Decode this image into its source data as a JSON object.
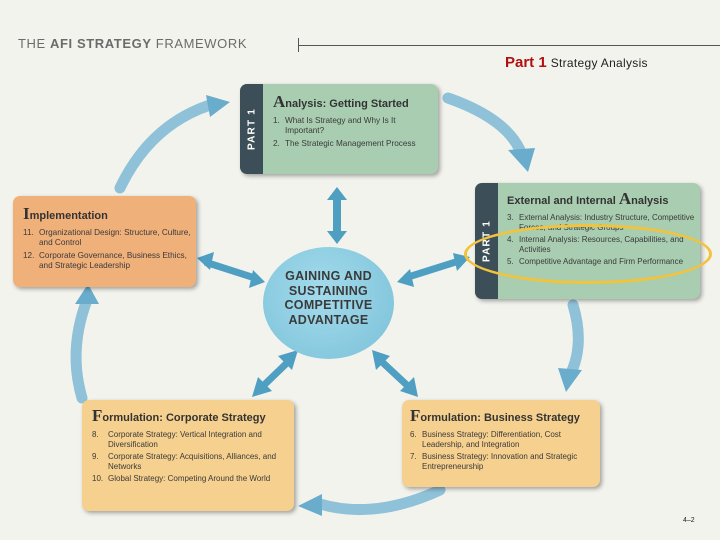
{
  "header": {
    "framework_prefix": "THE ",
    "framework_bold": "AFI STRATEGY",
    "framework_suffix": " FRAMEWORK",
    "part_label": "Part 1",
    "part_name": "Strategy Analysis"
  },
  "center": {
    "lines": [
      "GAINING AND",
      "SUSTAINING",
      "COMPETITIVE",
      "ADVANTAGE"
    ]
  },
  "boxes": {
    "analysis": {
      "tab": "PART 1",
      "title_initial": "A",
      "title_rest": "nalysis: Getting Started",
      "items": [
        {
          "num": "1.",
          "text": "What Is Strategy and Why Is It Important?"
        },
        {
          "num": "2.",
          "text": "The Strategic Management Process"
        }
      ]
    },
    "external": {
      "tab": "PART 1",
      "title_pre": "External and Internal ",
      "title_initial": "A",
      "title_rest": "nalysis",
      "items": [
        {
          "num": "3.",
          "text": "External Analysis: Industry Structure, Competitive Forces, and Strategic Groups"
        },
        {
          "num": "4.",
          "text": "Internal Analysis: Resources, Capabilities, and Activities"
        },
        {
          "num": "5.",
          "text": "Competitive Advantage and Firm Performance"
        }
      ]
    },
    "implementation": {
      "title_initial": "I",
      "title_rest": "mplementation",
      "items": [
        {
          "num": "11.",
          "text": "Organizational Design: Structure, Culture, and Control"
        },
        {
          "num": "12.",
          "text": "Corporate Governance, Business Ethics, and Strategic Leadership"
        }
      ]
    },
    "corporate": {
      "title_initial": "F",
      "title_rest": "ormulation: Corporate Strategy",
      "items": [
        {
          "num": "8.",
          "text": "Corporate Strategy: Vertical Integration and Diversification"
        },
        {
          "num": "9.",
          "text": "Corporate Strategy: Acquisitions, Alliances, and Networks"
        },
        {
          "num": "10.",
          "text": "Global Strategy: Competing Around the World"
        }
      ]
    },
    "business": {
      "title_initial": "F",
      "title_rest": "ormulation: Business Strategy",
      "items": [
        {
          "num": "6.",
          "text": "Business Strategy: Differentiation, Cost Leadership, and Integration"
        },
        {
          "num": "7.",
          "text": "Business Strategy: Innovation and Strategic Entrepreneurship"
        }
      ]
    }
  },
  "page_number": "4–2",
  "colors": {
    "part_label": "#b01010",
    "green_box": "#a9cdb0",
    "orange_box": "#f0b07a",
    "yellow_box": "#f6d08e",
    "tab": "#3c4f59",
    "center_circle": "#8ccde2",
    "arrow": "#5fa9c9",
    "highlight": "#f2c33b"
  }
}
